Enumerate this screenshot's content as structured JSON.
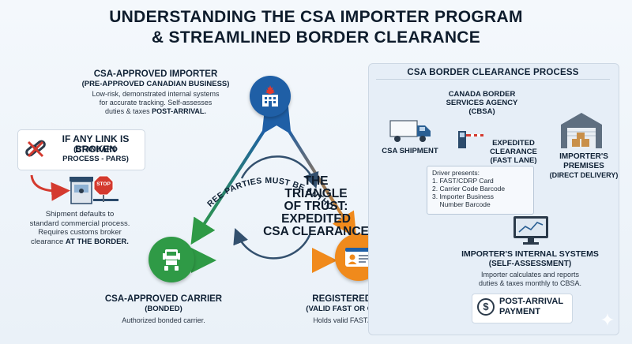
{
  "title": {
    "line1": "UNDERSTANDING THE CSA IMPORTER PROGRAM",
    "line2": "& STREAMLINED BORDER CLEARANCE"
  },
  "triangle": {
    "arc_text": "ALL THREE PARTIES MUST BE AUTHORIZED",
    "center_lines": [
      "THE",
      "TRIANGLE",
      "OF TRUST:",
      "EXPEDITED",
      "CSA CLEARANCE"
    ]
  },
  "importer": {
    "title": "CSA-APPROVED IMPORTER",
    "subtitle": "(PRE-APPROVED CANADIAN BUSINESS)",
    "desc_lines": [
      "Low-risk, demonstrated internal systems",
      "for accurate tracking. Self-assesses"
    ],
    "desc_last": "duties & taxes ",
    "desc_bold": "POST-ARRIVAL.",
    "icon": "building-maple-leaf-icon",
    "color": "#1f5fa6"
  },
  "carrier": {
    "title": "CSA-APPROVED CARRIER",
    "subtitle": "(BONDED)",
    "desc": "Authorized bonded carrier.",
    "icon": "truck-icon",
    "color": "#2f9a46"
  },
  "driver": {
    "title": "REGISTERED DRIVER",
    "subtitle": "(VALID FAST OR CDRP CARD)",
    "desc": "Holds valid FAST/CDRP card.",
    "icon": "id-card-icon",
    "color": "#f08a1c"
  },
  "broken": {
    "title": "IF ANY LINK IS BROKEN",
    "subtitle_line1": "(STANDARD",
    "subtitle_line2": "PROCESS - PARS)",
    "desc_line1": "Shipment defaults to",
    "desc_line2": "standard commercial process.",
    "desc_line3": "Requires customs broker",
    "desc_line4_plain": "clearance ",
    "desc_line4_bold": "AT THE BORDER.",
    "stop_label": "STOP"
  },
  "process": {
    "title": "CSA BORDER CLEARANCE PROCESS",
    "cbsa_line1": "CANADA BORDER",
    "cbsa_line2": "SERVICES AGENCY",
    "cbsa_line3": "(CBSA)",
    "shipment": "CSA SHIPMENT",
    "expedited_line1": "EXPEDITED",
    "expedited_line2": "CLEARANCE",
    "expedited_line3": "(FAST LANE)",
    "premises_line1": "IMPORTER'S",
    "premises_line2": "PREMISES",
    "premises_line3": "(DIRECT DELIVERY)",
    "driver_presents": "Driver presents:",
    "driver_items": [
      "1. FAST/CDRP Card",
      "2. Carrier Code Barcode",
      "3. Importer Business",
      "    Number Barcode"
    ],
    "systems_line1": "IMPORTER'S INTERNAL SYSTEMS",
    "systems_line2": "(SELF-ASSESSMENT)",
    "systems_desc_line1": "Importer calculates and reports",
    "systems_desc_line2": "duties & taxes monthly to CBSA.",
    "payment_line1": "POST-ARRIVAL",
    "payment_line2": "PAYMENT",
    "payment_icon": "dollar-coin-icon"
  },
  "colors": {
    "blue": "#1f5fa6",
    "green": "#2f9a46",
    "orange": "#f08a1c",
    "navy": "#102236",
    "red": "#d43a2f"
  }
}
